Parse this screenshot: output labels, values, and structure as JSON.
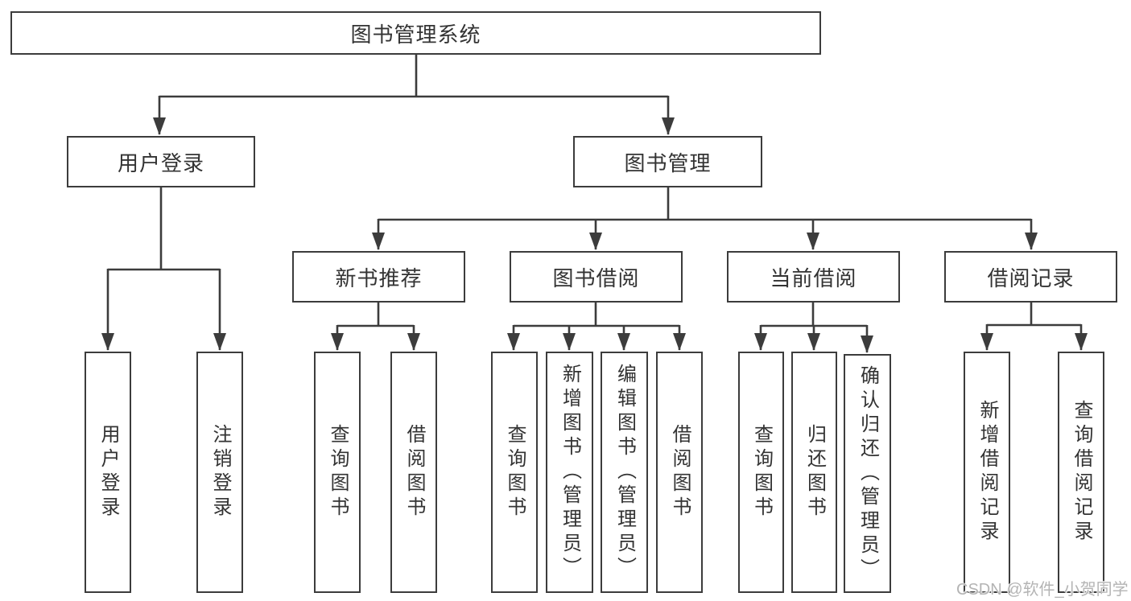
{
  "colors": {
    "line": "#3c3c3c",
    "box_border": "#3c3c3c",
    "text": "#333333",
    "background": "#ffffff",
    "watermark": "#b4b4b4"
  },
  "watermark": {
    "text": "CSDN @软件_小贺同学"
  },
  "tree": {
    "root": {
      "label": "图书管理系统"
    },
    "children": [
      {
        "label": "用户登录",
        "children": [
          {
            "label": "用户登录"
          },
          {
            "label": "注销登录"
          }
        ]
      },
      {
        "label": "图书管理",
        "children": [
          {
            "label": "新书推荐",
            "children": [
              {
                "label": "查询图书"
              },
              {
                "label": "借阅图书"
              }
            ]
          },
          {
            "label": "图书借阅",
            "children": [
              {
                "label": "查询图书"
              },
              {
                "label": "新增图书（管理员）"
              },
              {
                "label": "编辑图书（管理员）"
              },
              {
                "label": "借阅图书"
              }
            ]
          },
          {
            "label": "当前借阅",
            "children": [
              {
                "label": "查询图书"
              },
              {
                "label": "归还图书"
              },
              {
                "label": "确认归还（管理员）"
              }
            ]
          },
          {
            "label": "借阅记录",
            "children": [
              {
                "label": "新增借阅记录"
              },
              {
                "label": "查询借阅记录"
              }
            ]
          }
        ]
      }
    ]
  }
}
